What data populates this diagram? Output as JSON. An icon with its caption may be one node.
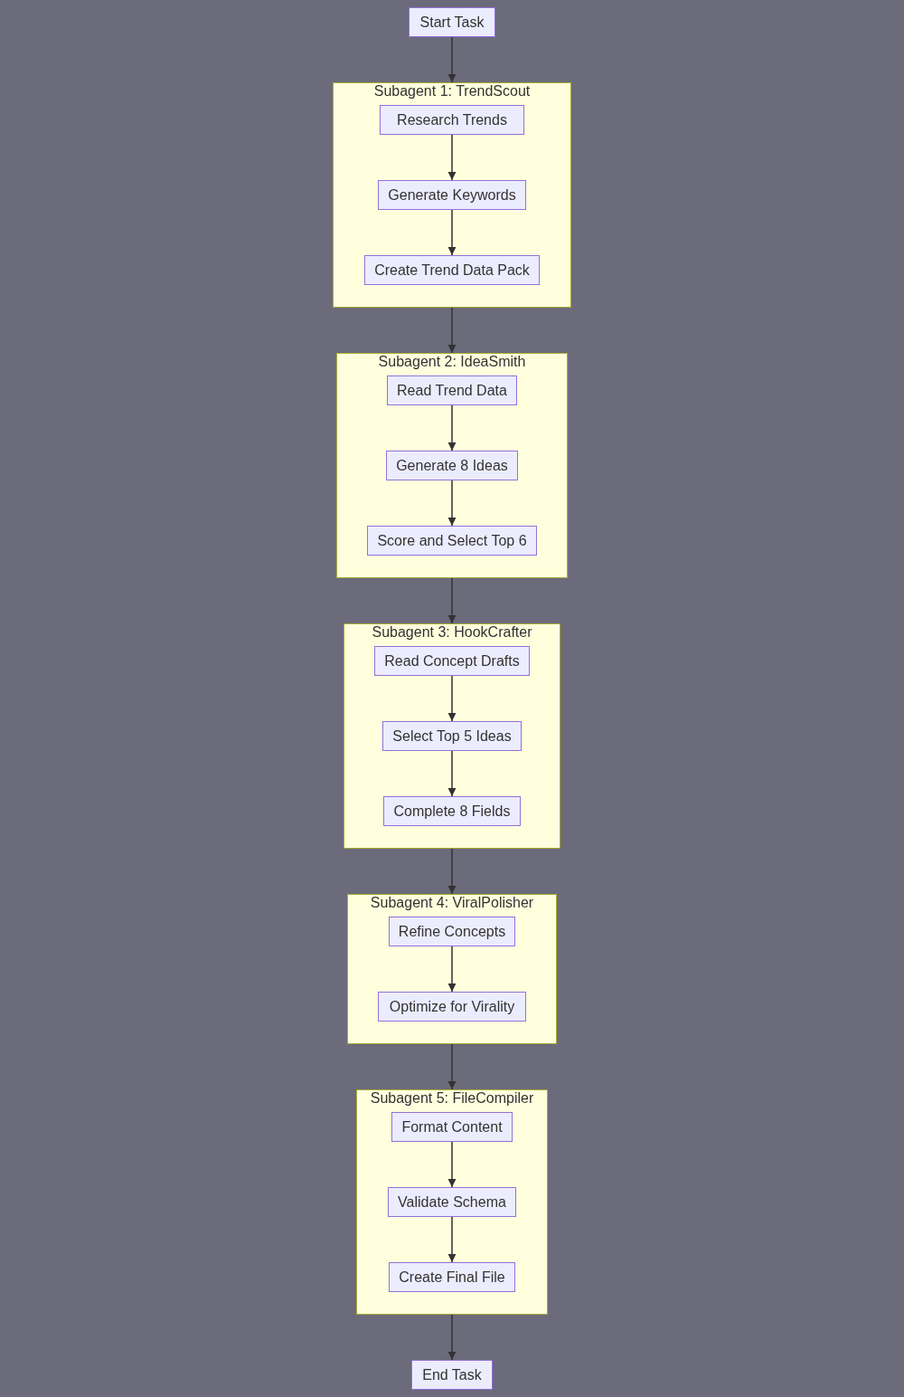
{
  "diagram": {
    "nodes": [
      {
        "text": [
          "Start Task"
        ]
      },
      {
        "text": [
          "Subagent 1: TrendScout"
        ]
      },
      {
        "text": [
          "Research Trends"
        ],
        "in": 1
      },
      {
        "text": [
          "Generate Keywords"
        ],
        "in": 1
      },
      {
        "text": [
          "Create Trend Data Pack"
        ],
        "in": 1
      },
      {
        "text": [
          "Subagent 2: IdeaSmith"
        ]
      },
      {
        "text": [
          "Read Trend Data"
        ],
        "in": 5
      },
      {
        "text": [
          "Generate 8 Ideas"
        ],
        "in": 5
      },
      {
        "text": [
          "Score and Select Top 6"
        ],
        "in": 5
      },
      {
        "text": [
          "Subagent 3: HookCrafter"
        ]
      },
      {
        "text": [
          "Read Concept Drafts"
        ],
        "in": 9
      },
      {
        "text": [
          "Select Top 5 Ideas"
        ],
        "in": 9
      },
      {
        "text": [
          "Complete 8 Fields"
        ],
        "in": 9
      },
      {
        "text": [
          "Subagent 4: ViralPolisher"
        ]
      },
      {
        "text": [
          "Refine Concepts"
        ],
        "in": 13
      },
      {
        "text": [
          "Optimize for Virality"
        ],
        "in": 13
      },
      {
        "text": [
          "Subagent 5: FileCompiler"
        ]
      },
      {
        "text": [
          "Format Content"
        ],
        "in": 16
      },
      {
        "text": [
          "Validate Schema"
        ],
        "in": 16
      },
      {
        "text": [
          "Create Final File"
        ],
        "in": 16
      },
      {
        "text": [
          "End Task"
        ]
      }
    ],
    "edges": [
      {
        "from": 0,
        "to": 1,
        "arrow": "to"
      },
      {
        "from": 2,
        "to": 3,
        "arrow": "to"
      },
      {
        "from": 3,
        "to": 4,
        "arrow": "to"
      },
      {
        "from": 1,
        "to": 5,
        "arrow": "to"
      },
      {
        "from": 6,
        "to": 7,
        "arrow": "to"
      },
      {
        "from": 7,
        "to": 8,
        "arrow": "to"
      },
      {
        "from": 5,
        "to": 9,
        "arrow": "to"
      },
      {
        "from": 10,
        "to": 11,
        "arrow": "to"
      },
      {
        "from": 11,
        "to": 12,
        "arrow": "to"
      },
      {
        "from": 9,
        "to": 13,
        "arrow": "to"
      },
      {
        "from": 14,
        "to": 15,
        "arrow": "to"
      },
      {
        "from": 13,
        "to": 16,
        "arrow": "to"
      },
      {
        "from": 17,
        "to": 18,
        "arrow": "to"
      },
      {
        "from": 18,
        "to": 19,
        "arrow": "to"
      },
      {
        "from": 16,
        "to": 20,
        "arrow": "to"
      }
    ]
  }
}
